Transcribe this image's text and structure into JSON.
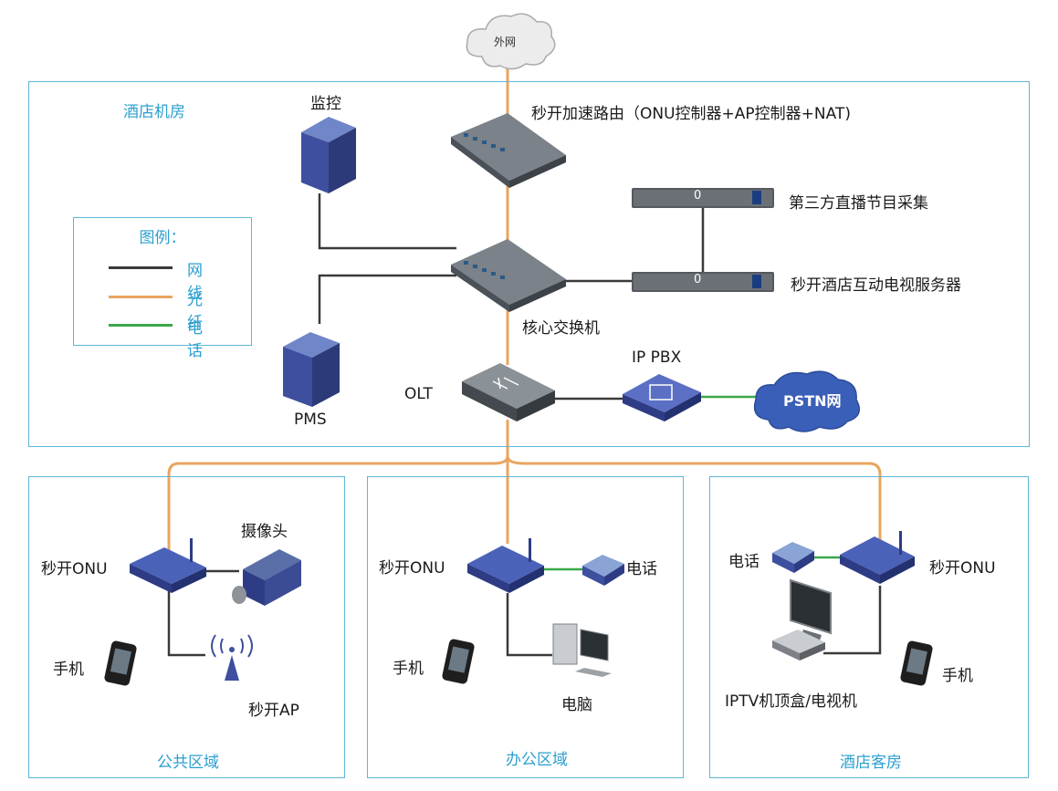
{
  "cloud_internet": "外网",
  "cloud_pstn": "PSTN网",
  "machine_room": {
    "title": "酒店机房",
    "router": "秒开加速路由（ONU控制器+AP控制器+NAT)",
    "monitor": "监控",
    "core_switch": "核心交换机",
    "third_party": "第三方直播节目采集",
    "tv_server": "秒开酒店互动电视服务器",
    "pms": "PMS",
    "olt": "OLT",
    "ippbx": "IP PBX",
    "server_digit": "0"
  },
  "legend": {
    "title": "图例：",
    "items": [
      {
        "label": "网线",
        "color": "#3a3a3a"
      },
      {
        "label": "光纤",
        "color": "#e8a55f"
      },
      {
        "label": "电话",
        "color": "#3aa84a"
      }
    ]
  },
  "zones": {
    "public": {
      "title": "公共区域",
      "onu": "秒开ONU",
      "camera": "摄像头",
      "phone": "手机",
      "ap": "秒开AP"
    },
    "office": {
      "title": "办公区域",
      "onu": "秒开ONU",
      "telephone": "电话",
      "phone": "手机",
      "pc": "电脑"
    },
    "room": {
      "title": "酒店客房",
      "onu": "秒开ONU",
      "telephone": "电话",
      "phone": "手机",
      "iptv": "IPTV机顶盒/电视机"
    }
  },
  "colors": {
    "panel_border": "#5fb7d6",
    "fiber": "#e8a55f",
    "ethernet": "#3a3a3a",
    "phone_line": "#3aa84a",
    "device_blue": "#3d4f9e"
  }
}
